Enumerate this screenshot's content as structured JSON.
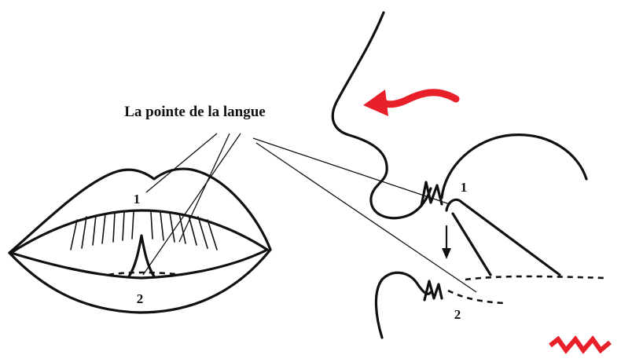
{
  "title": "La pointe de la langue",
  "markers": {
    "front_top": "1",
    "front_bottom": "2",
    "side_top": "1",
    "side_bottom": "2"
  },
  "colors": {
    "airflow_arrow": "#e8202a",
    "vibration_symbol": "#e8202a",
    "ink": "#111111"
  },
  "icons": {
    "airflow": "curved-arrow-left",
    "vibration": "zigzag"
  }
}
